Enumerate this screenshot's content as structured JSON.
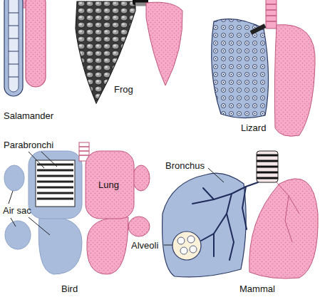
{
  "diagram": {
    "labels": [
      "Salamander",
      "Frog",
      "Lizard",
      "Parabronchi",
      "Lung",
      "Air sac",
      "Bird",
      "Bronchus",
      "Alveoli",
      "Mammal"
    ]
  }
}
